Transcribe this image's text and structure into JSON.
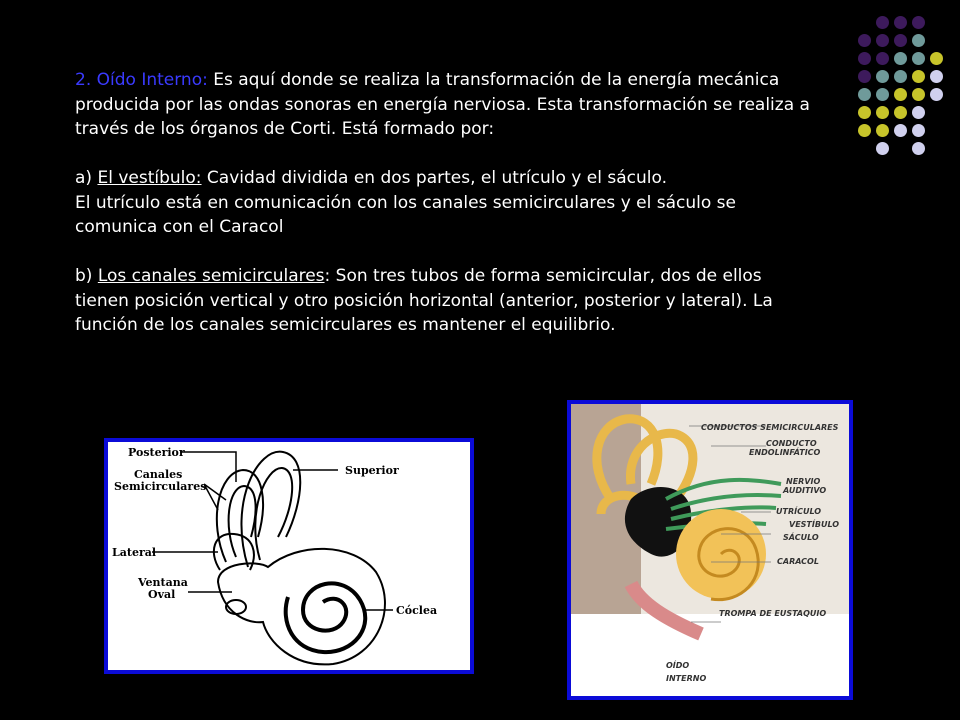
{
  "text": {
    "p1_heading": "2. Oído Interno:",
    "p1_body": " Es aquí donde se realiza la transformación de la energía mecánica producida por las ondas sonoras en energía nerviosa. Esta transformación se realiza a través de los órganos de Corti.  Está formado por:",
    "a_prefix": "a) ",
    "a_term": "El vestíbulo:",
    "a_body": " Cavidad dividida en dos partes, el utrículo y el sáculo.",
    "a_line2": "El utrículo está en comunicación con los canales semicirculares y el sáculo se comunica con el Caracol",
    "b_prefix": "b) ",
    "b_term": "Los canales semicirculares",
    "b_body": ": Son tres tubos de forma semicircular, dos de ellos tienen posición vertical y otro posición horizontal (anterior, posterior y lateral). La función de los canales semicirculares es mantener el equilibrio."
  },
  "figure1": {
    "labels": {
      "posterior": "Posterior",
      "canales_1": "Canales",
      "canales_2": "Semicirculares",
      "superior": "Superior",
      "lateral": "Lateral",
      "ventana_1": "Ventana",
      "ventana_2": "Oval",
      "coclea": "Cóclea"
    }
  },
  "figure2": {
    "labels": {
      "conductos": "CONDUCTOS SEMICIRCULARES",
      "conducto_1": "CONDUCTO",
      "conducto_2": "ENDOLINFÁTICO",
      "nervio_1": "NERVIO",
      "nervio_2": "AUDITIVO",
      "utriculo": "UTRÍCULO",
      "vestibulo": "VESTÍBULO",
      "saculo": "SÁCULO",
      "caracol": "CARACOL",
      "trompa": "TROMPA DE EUSTAQUIO",
      "title_1": "OÍDO",
      "title_2": "INTERNO"
    }
  },
  "colors": {
    "background": "#000000",
    "heading": "#3a3aff",
    "frame": "#0b0bd8",
    "dot_purple": "#3d1a5c",
    "dot_teal": "#6f9a9a",
    "dot_yellow": "#c7c42a",
    "dot_lavender": "#d0d0ee"
  }
}
